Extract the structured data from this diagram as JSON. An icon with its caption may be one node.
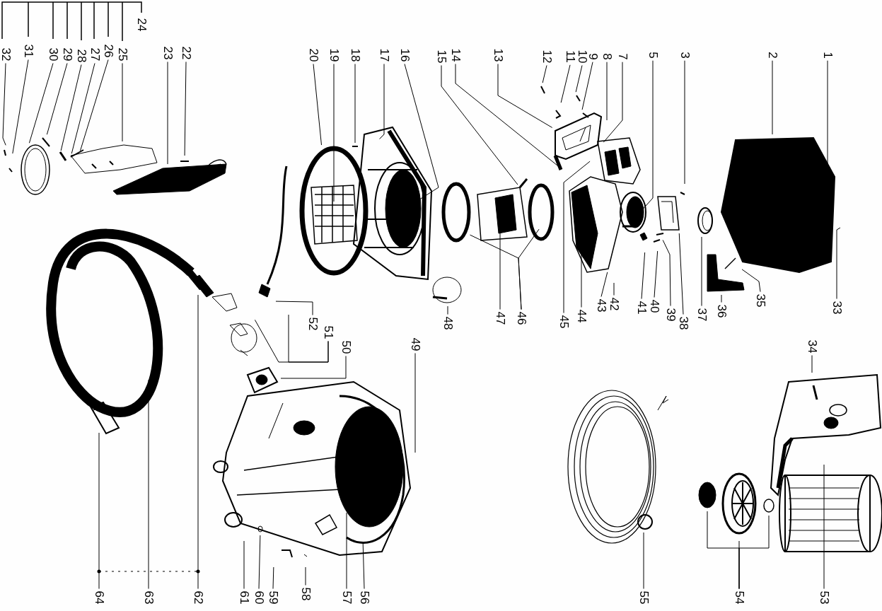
{
  "diagram": {
    "nodes": [
      {
        "text": [
          "1"
        ]
      },
      {
        "text": [
          "2"
        ]
      },
      {
        "text": [
          "3"
        ]
      },
      {
        "text": [
          "5"
        ]
      },
      {
        "text": [
          "7"
        ]
      },
      {
        "text": [
          "8"
        ]
      },
      {
        "text": [
          "9"
        ]
      },
      {
        "text": [
          "10"
        ]
      },
      {
        "text": [
          "11"
        ]
      },
      {
        "text": [
          "12"
        ]
      },
      {
        "text": [
          "13"
        ]
      },
      {
        "text": [
          "14"
        ]
      },
      {
        "text": [
          "15"
        ]
      },
      {
        "text": [
          "16"
        ]
      },
      {
        "text": [
          "17"
        ]
      },
      {
        "text": [
          "18"
        ]
      },
      {
        "text": [
          "19"
        ]
      },
      {
        "text": [
          "20"
        ]
      },
      {
        "text": [
          "22"
        ]
      },
      {
        "text": [
          "23"
        ]
      },
      {
        "text": [
          "24"
        ]
      },
      {
        "text": [
          "25"
        ]
      },
      {
        "text": [
          "26"
        ]
      },
      {
        "text": [
          "27"
        ]
      },
      {
        "text": [
          "28"
        ]
      },
      {
        "text": [
          "29"
        ]
      },
      {
        "text": [
          "30"
        ]
      },
      {
        "text": [
          "31"
        ]
      },
      {
        "text": [
          "32"
        ]
      },
      {
        "text": [
          "33"
        ]
      },
      {
        "text": [
          "34"
        ]
      },
      {
        "text": [
          "35"
        ]
      },
      {
        "text": [
          "36"
        ]
      },
      {
        "text": [
          "37"
        ]
      },
      {
        "text": [
          "38"
        ]
      },
      {
        "text": [
          "39"
        ]
      },
      {
        "text": [
          "40"
        ]
      },
      {
        "text": [
          "41"
        ]
      },
      {
        "text": [
          "42"
        ]
      },
      {
        "text": [
          "43"
        ]
      },
      {
        "text": [
          "44"
        ]
      },
      {
        "text": [
          "45"
        ]
      },
      {
        "text": [
          "46"
        ]
      },
      {
        "text": [
          "47"
        ]
      },
      {
        "text": [
          "48"
        ]
      },
      {
        "text": [
          "49"
        ]
      },
      {
        "text": [
          "50"
        ]
      },
      {
        "text": [
          "51"
        ]
      },
      {
        "text": [
          "52"
        ]
      },
      {
        "text": [
          "53"
        ]
      },
      {
        "text": [
          "54"
        ]
      },
      {
        "text": [
          "55"
        ]
      },
      {
        "text": [
          "56"
        ]
      },
      {
        "text": [
          "57"
        ]
      },
      {
        "text": [
          "58"
        ]
      },
      {
        "text": [
          "59"
        ]
      },
      {
        "text": [
          "60"
        ]
      },
      {
        "text": [
          "61"
        ]
      },
      {
        "text": [
          "62"
        ]
      },
      {
        "text": [
          "63"
        ]
      },
      {
        "text": [
          "64"
        ]
      }
    ],
    "edges": [
      {
        "from": 0,
        "to": null,
        "arrow": "none"
      },
      {
        "from": 1,
        "to": null,
        "arrow": "none"
      },
      {
        "from": 2,
        "to": null,
        "arrow": "none"
      },
      {
        "from": 3,
        "to": null,
        "arrow": "none"
      },
      {
        "from": 4,
        "to": null,
        "arrow": "none"
      },
      {
        "from": 5,
        "to": null,
        "arrow": "none"
      },
      {
        "from": 6,
        "to": null,
        "arrow": "none"
      },
      {
        "from": 7,
        "to": null,
        "arrow": "none"
      },
      {
        "from": 8,
        "to": null,
        "arrow": "none"
      },
      {
        "from": 9,
        "to": null,
        "arrow": "none"
      },
      {
        "from": 10,
        "to": null,
        "arrow": "none"
      },
      {
        "from": 11,
        "to": null,
        "arrow": "none"
      },
      {
        "from": 12,
        "to": null,
        "arrow": "none"
      },
      {
        "from": 13,
        "to": null,
        "arrow": "none"
      },
      {
        "from": 14,
        "to": null,
        "arrow": "none"
      },
      {
        "from": 15,
        "to": null,
        "arrow": "none"
      },
      {
        "from": 16,
        "to": null,
        "arrow": "none"
      },
      {
        "from": 17,
        "to": null,
        "arrow": "none"
      },
      {
        "from": 18,
        "to": null,
        "arrow": "none"
      },
      {
        "from": 19,
        "to": null,
        "arrow": "none"
      },
      {
        "from": 21,
        "to": null,
        "arrow": "none"
      },
      {
        "from": 22,
        "to": null,
        "arrow": "none"
      },
      {
        "from": 23,
        "to": null,
        "arrow": "none"
      },
      {
        "from": 24,
        "to": null,
        "arrow": "none"
      },
      {
        "from": 25,
        "to": null,
        "arrow": "none"
      },
      {
        "from": 26,
        "to": null,
        "arrow": "none"
      },
      {
        "from": 27,
        "to": null,
        "arrow": "none"
      },
      {
        "from": 28,
        "to": null,
        "arrow": "none"
      },
      {
        "from": 29,
        "to": null,
        "arrow": "none"
      },
      {
        "from": 30,
        "to": null,
        "arrow": "none"
      },
      {
        "from": 31,
        "to": null,
        "arrow": "none"
      },
      {
        "from": 32,
        "to": null,
        "arrow": "none"
      },
      {
        "from": 33,
        "to": null,
        "arrow": "none"
      },
      {
        "from": 34,
        "to": null,
        "arrow": "none"
      },
      {
        "from": 35,
        "to": null,
        "arrow": "none"
      },
      {
        "from": 36,
        "to": null,
        "arrow": "none"
      },
      {
        "from": 37,
        "to": null,
        "arrow": "none"
      },
      {
        "from": 38,
        "to": null,
        "arrow": "none"
      },
      {
        "from": 39,
        "to": null,
        "arrow": "none"
      },
      {
        "from": 40,
        "to": null,
        "arrow": "none"
      },
      {
        "from": 41,
        "to": null,
        "arrow": "none"
      },
      {
        "from": 42,
        "to": null,
        "arrow": "none"
      },
      {
        "from": 42,
        "to": null,
        "arrow": "none"
      },
      {
        "from": 43,
        "to": null,
        "arrow": "none"
      },
      {
        "from": 44,
        "to": null,
        "arrow": "none"
      },
      {
        "from": 45,
        "to": null,
        "arrow": "none"
      },
      {
        "from": 46,
        "to": null,
        "arrow": "none"
      },
      {
        "from": 47,
        "to": null,
        "arrow": "none"
      },
      {
        "from": 47,
        "to": null,
        "arrow": "none"
      },
      {
        "from": 48,
        "to": null,
        "arrow": "none"
      },
      {
        "from": 49,
        "to": null,
        "arrow": "none"
      },
      {
        "from": 50,
        "to": null,
        "arrow": "none"
      },
      {
        "from": 50,
        "to": null,
        "arrow": "none"
      },
      {
        "from": 50,
        "to": null,
        "arrow": "none"
      },
      {
        "from": 51,
        "to": null,
        "arrow": "none"
      },
      {
        "from": 52,
        "to": null,
        "arrow": "none"
      },
      {
        "from": 53,
        "to": null,
        "arrow": "none"
      },
      {
        "from": 54,
        "to": null,
        "arrow": "none"
      },
      {
        "from": 55,
        "to": null,
        "arrow": "none"
      },
      {
        "from": 56,
        "to": null,
        "arrow": "none"
      },
      {
        "from": 57,
        "to": null,
        "arrow": "none"
      },
      {
        "from": 58,
        "to": null,
        "arrow": "none"
      },
      {
        "from": 59,
        "to": null,
        "arrow": "none"
      },
      {
        "from": 60,
        "to": null,
        "arrow": "none"
      }
    ]
  }
}
